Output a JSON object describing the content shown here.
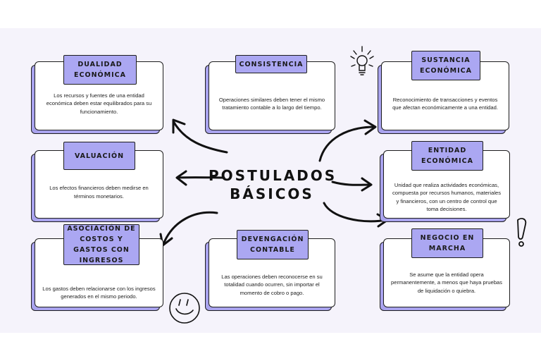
{
  "center_title": [
    "POSTULADOS",
    "BÁSICOS"
  ],
  "cards": [
    {
      "id": "dualidad",
      "title": "DUALIDAD ECONÓMICA",
      "text": "Los recursos y fuentes de una entidad económica deben estar equilibrados para su funcionamiento."
    },
    {
      "id": "consistencia",
      "title": "CONSISTENCIA",
      "text": "Operaciones similares deben tener el mismo tratamiento contable a lo largo del tiempo."
    },
    {
      "id": "sustancia",
      "title": "SUSTANCIA ECONÓMICA",
      "text": "Reconocimiento de transacciones y eventos que afectan económicamente a una entidad."
    },
    {
      "id": "valuacion",
      "title": "VALUACIÓN",
      "text": "Los efectos financieros deben medirse en términos monetarios."
    },
    {
      "id": "entidad",
      "title": "ENTIDAD ECONÓMICA",
      "text": "Unidad que realiza actividades económicas, compuesta por recursos humanos, materiales y financieros, con un centro de control que toma decisiones."
    },
    {
      "id": "asociacion",
      "title": "ASOCIACIÓN DE COSTOS Y GASTOS CON INGRESOS",
      "text": "Los gastos deben relacionarse con los ingresos generados en el mismo periodo."
    },
    {
      "id": "devengacion",
      "title": "DEVENGACIÓN CONTABLE",
      "text": "Las operaciones deben reconocerse en su totalidad cuando ocurren, sin importar el momento de cobro o pago."
    },
    {
      "id": "negocio",
      "title": "NEGOCIO EN MARCHA",
      "text": "Se asume que la entidad opera permanentemente, a menos que haya pruebas de liquidación o quiebra."
    }
  ],
  "colors": {
    "background": "#f5f3fb",
    "tag": "#aba7f2",
    "shadow": "#a9a3ee",
    "ink": "#1d1d1d"
  },
  "decorations": [
    "lightbulb-icon",
    "exclamation-icon",
    "smiley-icon"
  ]
}
